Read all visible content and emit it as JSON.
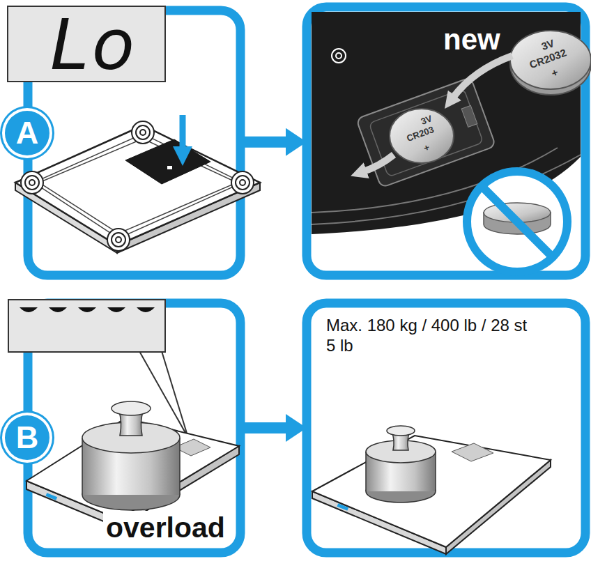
{
  "diagram": {
    "nodes": [
      {
        "text": [
          "A"
        ]
      },
      {
        "text": [
          "Lo"
        ]
      },
      {
        "text": [
          "new"
        ]
      },
      {
        "text": [
          "B"
        ]
      },
      {
        "text": [
          "overload"
        ]
      },
      {
        "text": [
          "Max. 180 kg / 400 lb / 28 st 5 lb"
        ]
      }
    ],
    "edges": [
      {
        "from": 1,
        "to": 2,
        "arrow": "to"
      },
      {
        "from": 4,
        "to": 5,
        "arrow": "to"
      }
    ],
    "labels": [
      "3V",
      "CR2032",
      "+",
      "3V",
      "CR203",
      "+"
    ]
  }
}
